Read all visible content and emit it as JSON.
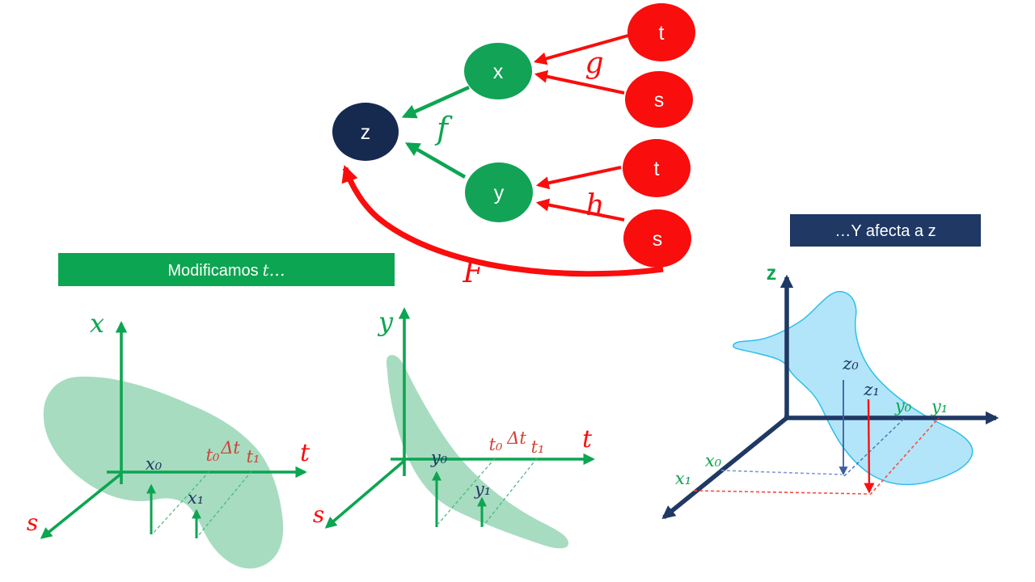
{
  "slide": {
    "graph": {
      "node_z": "z",
      "node_x": "x",
      "node_y": "y",
      "node_t_top": "t",
      "node_s_top": "s",
      "node_t_mid": "t",
      "node_s_bot": "s",
      "fn_g": "g",
      "fn_f": "f",
      "fn_h": "h",
      "fn_F": "F"
    },
    "banner_left": {
      "prefix": "Modificamos",
      "emph": "t…"
    },
    "banner_right": {
      "text": "…Y afecta a z"
    },
    "diagram_x": {
      "axis_v": "x",
      "axis_h": "t",
      "axis_d": "s",
      "p0": "x₀",
      "p1": "x₁",
      "t0": "t₀",
      "dt": "Δt",
      "t1": "t₁"
    },
    "diagram_y": {
      "axis_v": "y",
      "axis_h": "t",
      "axis_d": "s",
      "p0": "y₀",
      "p1": "y₁",
      "t0": "t₀",
      "dt": "Δt",
      "t1": "t₁"
    },
    "diagram_z": {
      "axis_v": "z",
      "z0": "z₀",
      "z1": "z₁",
      "y0": "y₀",
      "y1": "y₁",
      "x0": "x₀",
      "x1": "x₁"
    },
    "colors": {
      "green": "#0CA551",
      "green_surface": "#A7DCC0",
      "red": "#F90D0D",
      "red_subscript": "#CF4336",
      "navy": "#1F3864",
      "navy_node": "#16294F",
      "blue_surface_fill": "#ABE3F8",
      "blue_surface_stroke": "#2FBFEA",
      "steel_arrow": "#3A5DA4",
      "banner_text": "#FFFFFF"
    }
  }
}
